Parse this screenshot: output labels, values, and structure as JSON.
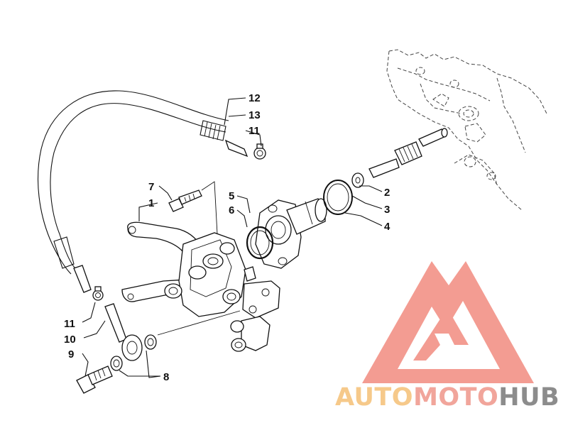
{
  "diagram": {
    "callouts": [
      {
        "id": "callout-12",
        "text": "12"
      },
      {
        "id": "callout-13",
        "text": "13"
      },
      {
        "id": "callout-11-top",
        "text": "11"
      },
      {
        "id": "callout-7",
        "text": "7"
      },
      {
        "id": "callout-1",
        "text": "1"
      },
      {
        "id": "callout-5",
        "text": "5"
      },
      {
        "id": "callout-6",
        "text": "6"
      },
      {
        "id": "callout-2",
        "text": "2"
      },
      {
        "id": "callout-3",
        "text": "3"
      },
      {
        "id": "callout-4",
        "text": "4"
      },
      {
        "id": "callout-11-bottom",
        "text": "11"
      },
      {
        "id": "callout-10",
        "text": "10"
      },
      {
        "id": "callout-9",
        "text": "9"
      },
      {
        "id": "callout-8",
        "text": "8"
      }
    ]
  },
  "watermark": {
    "part1": "AUTO",
    "part2": "MOTO",
    "part3": "HUB",
    "colors": {
      "auto": "#f6c98a",
      "moto": "#f1a59b",
      "hub": "#8c8c8c",
      "logo": "#f28b7f"
    }
  }
}
